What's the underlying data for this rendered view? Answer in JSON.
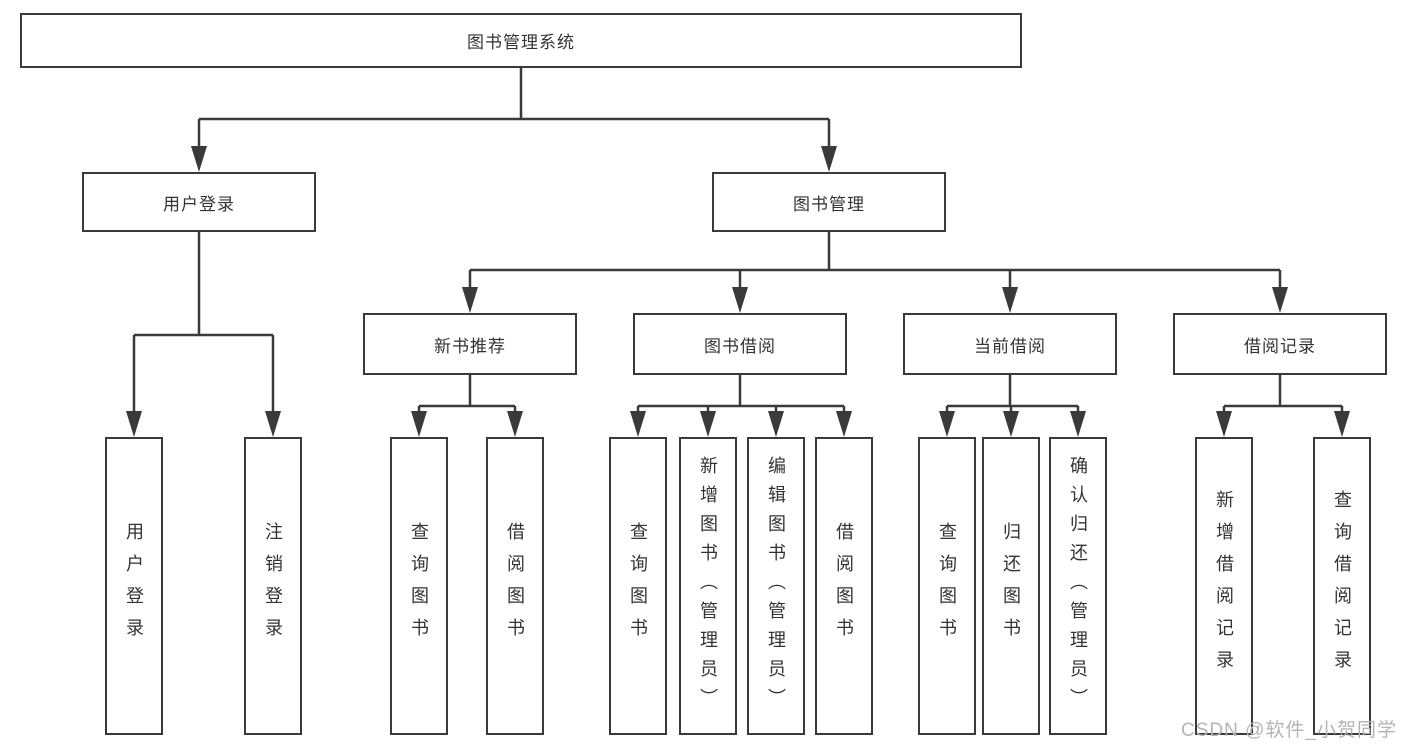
{
  "diagram": {
    "title": "图书管理系统",
    "branches": [
      {
        "label": "用户登录",
        "children": [
          "用户登录",
          "注销登录"
        ]
      },
      {
        "label": "图书管理",
        "children": [
          {
            "label": "新书推荐",
            "children": [
              "查询图书",
              "借阅图书"
            ]
          },
          {
            "label": "图书借阅",
            "children": [
              "查询图书",
              "新增图书（管理员）",
              "编辑图书（管理员）",
              "借阅图书"
            ]
          },
          {
            "label": "当前借阅",
            "children": [
              "查询图书",
              "归还图书",
              "确认归还（管理员）"
            ]
          },
          {
            "label": "借阅记录",
            "children": [
              "新增借阅记录",
              "查询借阅记录"
            ]
          }
        ]
      }
    ]
  },
  "watermark": "CSDN @软件_小贺同学",
  "colors": {
    "line": "#3a3a3a",
    "text": "#333333",
    "watermark": "#b4b4b4"
  }
}
